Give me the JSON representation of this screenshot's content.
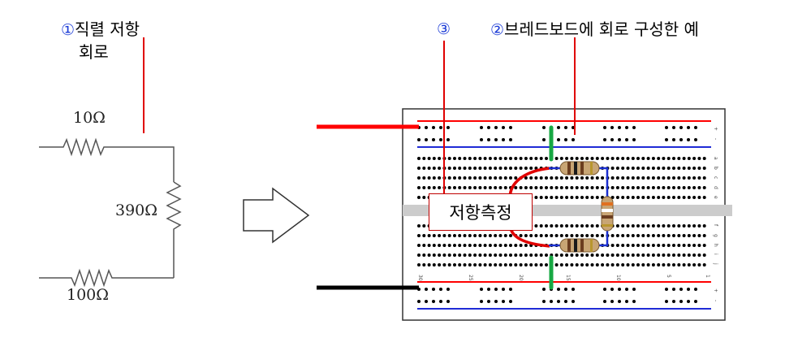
{
  "labels": {
    "circuit_marker": "①",
    "circuit_title_line1": "직렬 저항",
    "circuit_title_line2": "회로",
    "breadboard_marker": "②",
    "breadboard_title": "브레드보드에 회로 구성한 예",
    "measure_marker": "③",
    "measure_label": "저항측정"
  },
  "resistors": {
    "r1": "10Ω",
    "r2": "390Ω",
    "r3": "100Ω"
  },
  "breadboard": {
    "column_numbers": [
      "30",
      "25",
      "20",
      "15",
      "10",
      "5",
      "1"
    ],
    "row_letters_top": [
      "a",
      "b",
      "c",
      "d",
      "e"
    ],
    "row_letters_bottom": [
      "f",
      "g",
      "h",
      "i",
      "j"
    ],
    "rail_signs": [
      "+",
      "-"
    ]
  },
  "colors": {
    "callout_line": "#e00000",
    "rail_red": "#ff0000",
    "rail_blue": "#1f2bd6",
    "jumper_green": "#17a843",
    "lead_blue": "#1a2fd0",
    "probe_red": "#e00000",
    "probe_black": "#000000"
  }
}
